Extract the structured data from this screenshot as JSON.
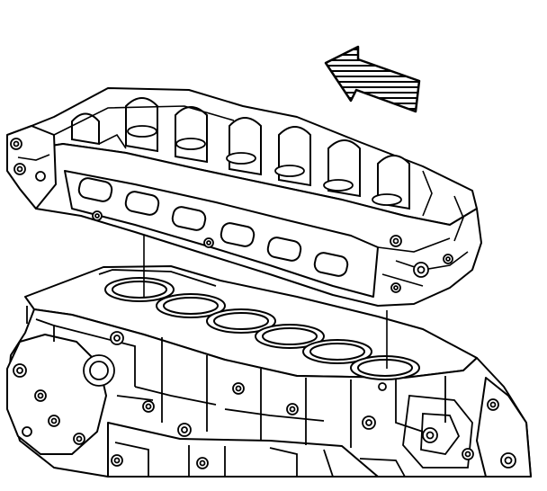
{
  "diagram": {
    "ink_color": "#000000",
    "background_color": "#ffffff",
    "arrow": {
      "direction": "left",
      "fill": "pattern-stripes",
      "icon": "direction-arrow-icon"
    },
    "parts": [
      {
        "name": "cylinder-head",
        "icon": "cylinder-head-icon"
      },
      {
        "name": "engine-block",
        "icon": "engine-block-icon"
      },
      {
        "name": "alignment-dowels",
        "count": 2
      }
    ],
    "cylinder_count": 6,
    "camshaft_journal_count": 7
  }
}
